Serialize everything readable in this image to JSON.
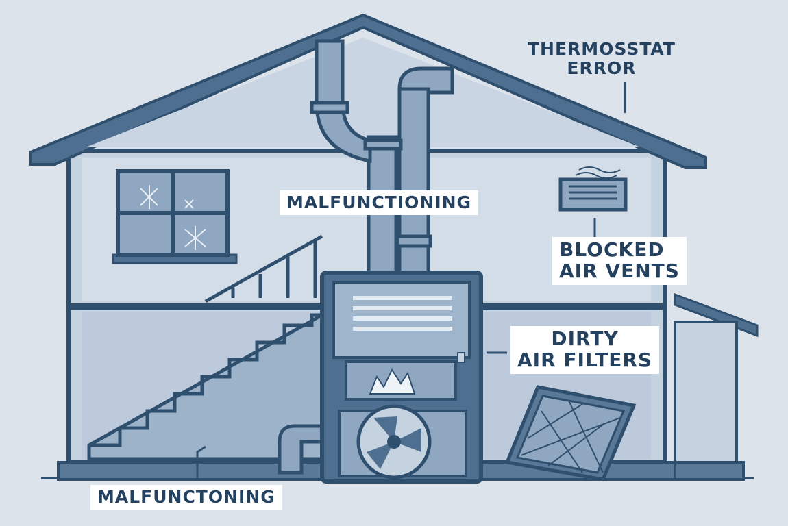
{
  "labels": {
    "thermostat": [
      "THERMOSSTAT",
      "ERROR"
    ],
    "malfunctioning_top": "MALFUNCTIONING",
    "blocked_vents": [
      "BLOCKED",
      "AIR VENTS"
    ],
    "dirty_filters": [
      "DIRTY",
      "AIR FILTERS"
    ],
    "malfunctioning_bottom": "MALFUNCTONING"
  },
  "icons": [
    "house-outline",
    "window-with-frost",
    "staircase",
    "ductwork",
    "furnace",
    "burner-flame",
    "blower-fan",
    "wall-vent",
    "air-filter"
  ],
  "colors": {
    "background": "#dde3ea",
    "outline": "#2f4f6f",
    "wall": "#c5d2e0",
    "fill_mid": "#8fa7c0",
    "fill_dark": "#4f6f90",
    "label_text": "#24415f"
  }
}
